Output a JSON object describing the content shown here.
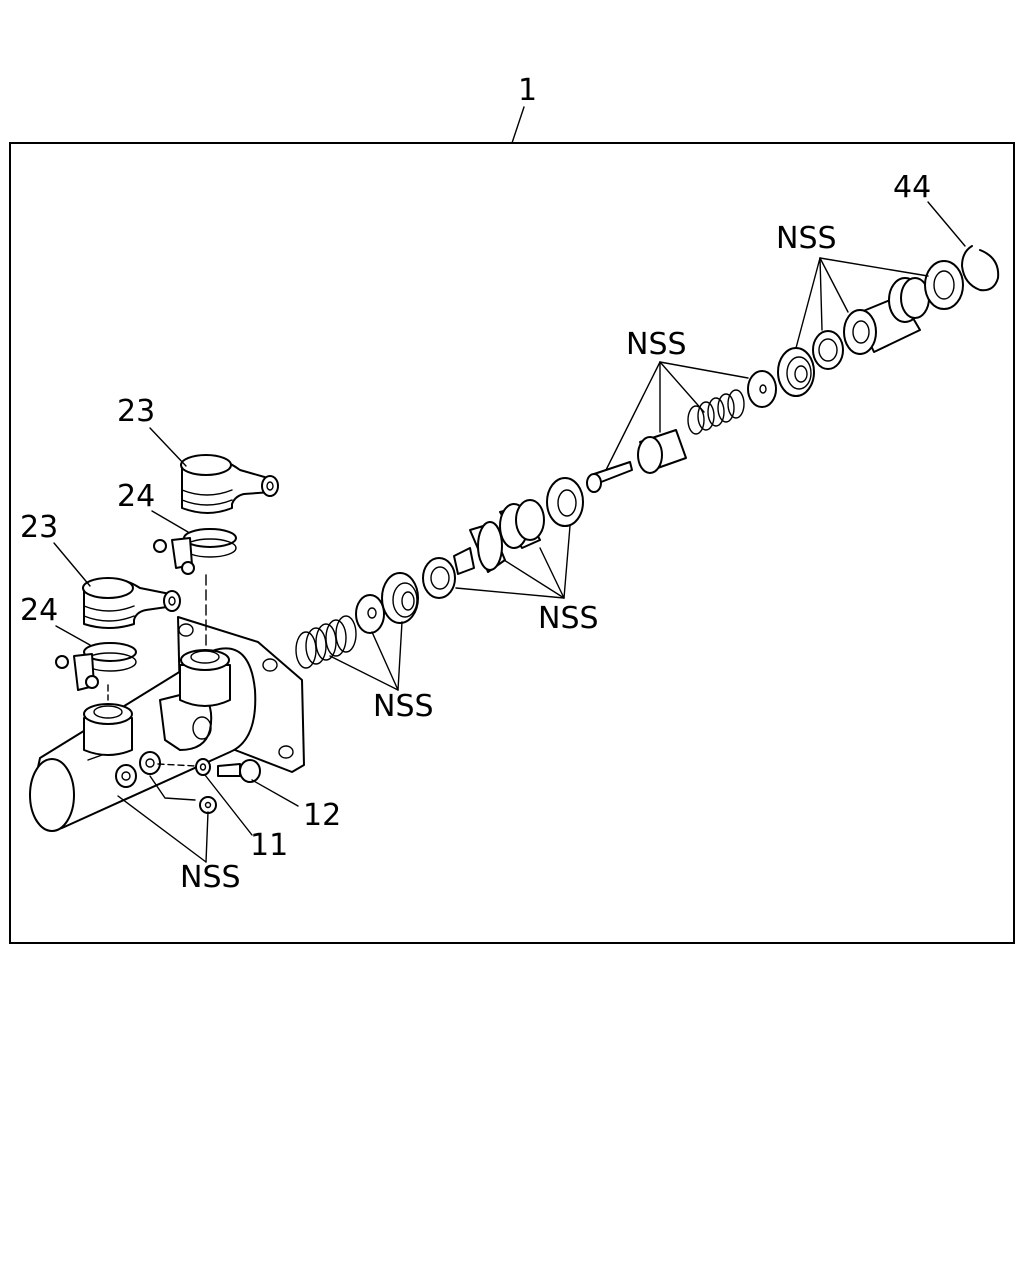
{
  "assembly_label": "1",
  "callouts": {
    "c44": "44",
    "c23a": "23",
    "c24a": "24",
    "c23b": "23",
    "c24b": "24",
    "c12": "12",
    "c11": "11"
  },
  "nss_label": "NSS"
}
